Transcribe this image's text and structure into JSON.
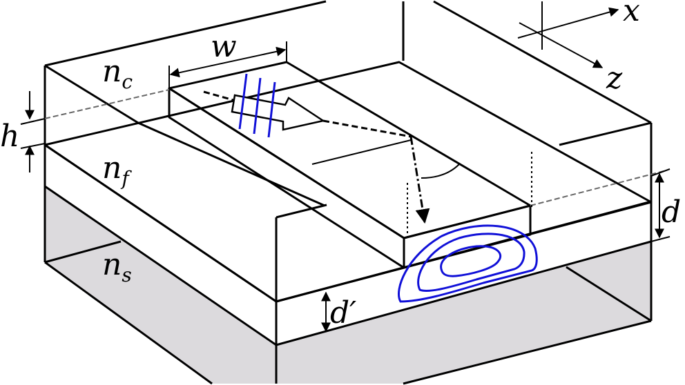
{
  "title": "Rib waveguide geometry",
  "labels": {
    "n_c": {
      "base": "n",
      "sub": "c"
    },
    "n_f": {
      "base": "n",
      "sub": "f"
    },
    "n_s": {
      "base": "n",
      "sub": "s"
    },
    "w": "w",
    "h": "h",
    "d": "d",
    "d_prime": "d′",
    "x_axis": "x",
    "z_axis": "z"
  },
  "colors": {
    "film": "#9a9a9a",
    "film_side": "#555555",
    "substrate": "#dcdadd",
    "mode_contours": "#1010d8",
    "wavefronts": "#1010d8"
  }
}
